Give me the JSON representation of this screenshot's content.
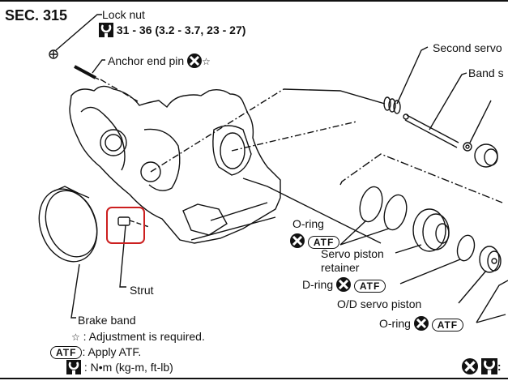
{
  "section": "SEC. 315",
  "labels": {
    "lock_nut": "Lock nut",
    "lock_nut_torque": "31 - 36 (3.2 - 3.7, 23 - 27)",
    "anchor_end_pin": "Anchor end pin",
    "second_servo": "Second servo",
    "band_s": "Band s",
    "o_ring_1": "O-ring",
    "servo_piston_retainer_1": "Servo piston",
    "servo_piston_retainer_2": "retainer",
    "d_ring": "D-ring",
    "od_servo_piston": "O/D servo piston",
    "o_ring_2": "O-ring",
    "strut": "Strut",
    "brake_band": "Brake band"
  },
  "badges": {
    "atf": "ATF",
    "star": "☆"
  },
  "legend": [
    {
      "symbol": "star",
      "text": ": Adjustment is required."
    },
    {
      "symbol": "atf",
      "text": ": Apply ATF."
    },
    {
      "symbol": "torque",
      "text": ": N•m (kg-m, ft-lb)"
    }
  ],
  "bottom_right_colon": ":",
  "highlight": {
    "target": "Strut",
    "color": "#cc1f1f"
  }
}
